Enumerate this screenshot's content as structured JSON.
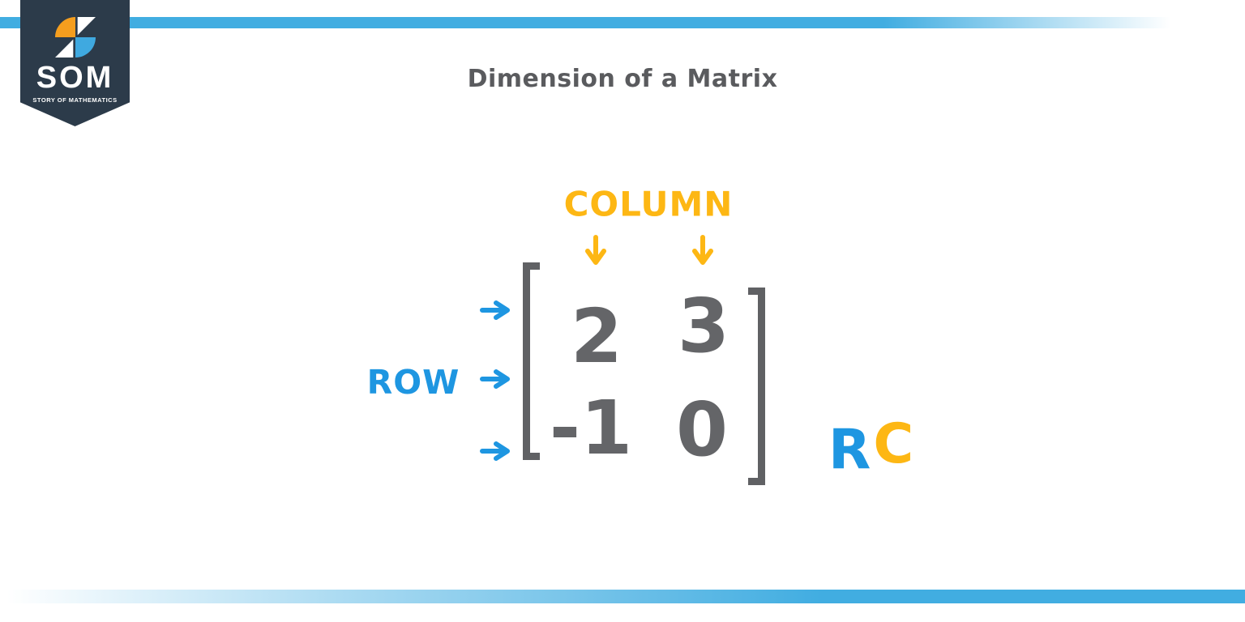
{
  "brand": {
    "acronym": "SOM",
    "tagline": "STORY OF MATHEMATICS"
  },
  "title": "Dimension of a Matrix",
  "diagram": {
    "column_label": "COLUMN",
    "row_label": "ROW",
    "matrix": {
      "rows": [
        [
          "2",
          "3"
        ],
        [
          "-1",
          "0"
        ]
      ]
    },
    "notation": {
      "row_letter": "R",
      "column_letter": "C"
    },
    "icons": {
      "down_arrow": "↓",
      "right_arrow": "→"
    }
  },
  "colors": {
    "bar_blue": "#41ade1",
    "badge_navy": "#2c3b4a",
    "logo_orange": "#f59e1e",
    "logo_blue": "#3fa9e0",
    "accent_blue": "#1e96e1",
    "accent_yellow": "#fdb714",
    "title_gray": "#5a5b5e",
    "matrix_gray": "#646568"
  }
}
